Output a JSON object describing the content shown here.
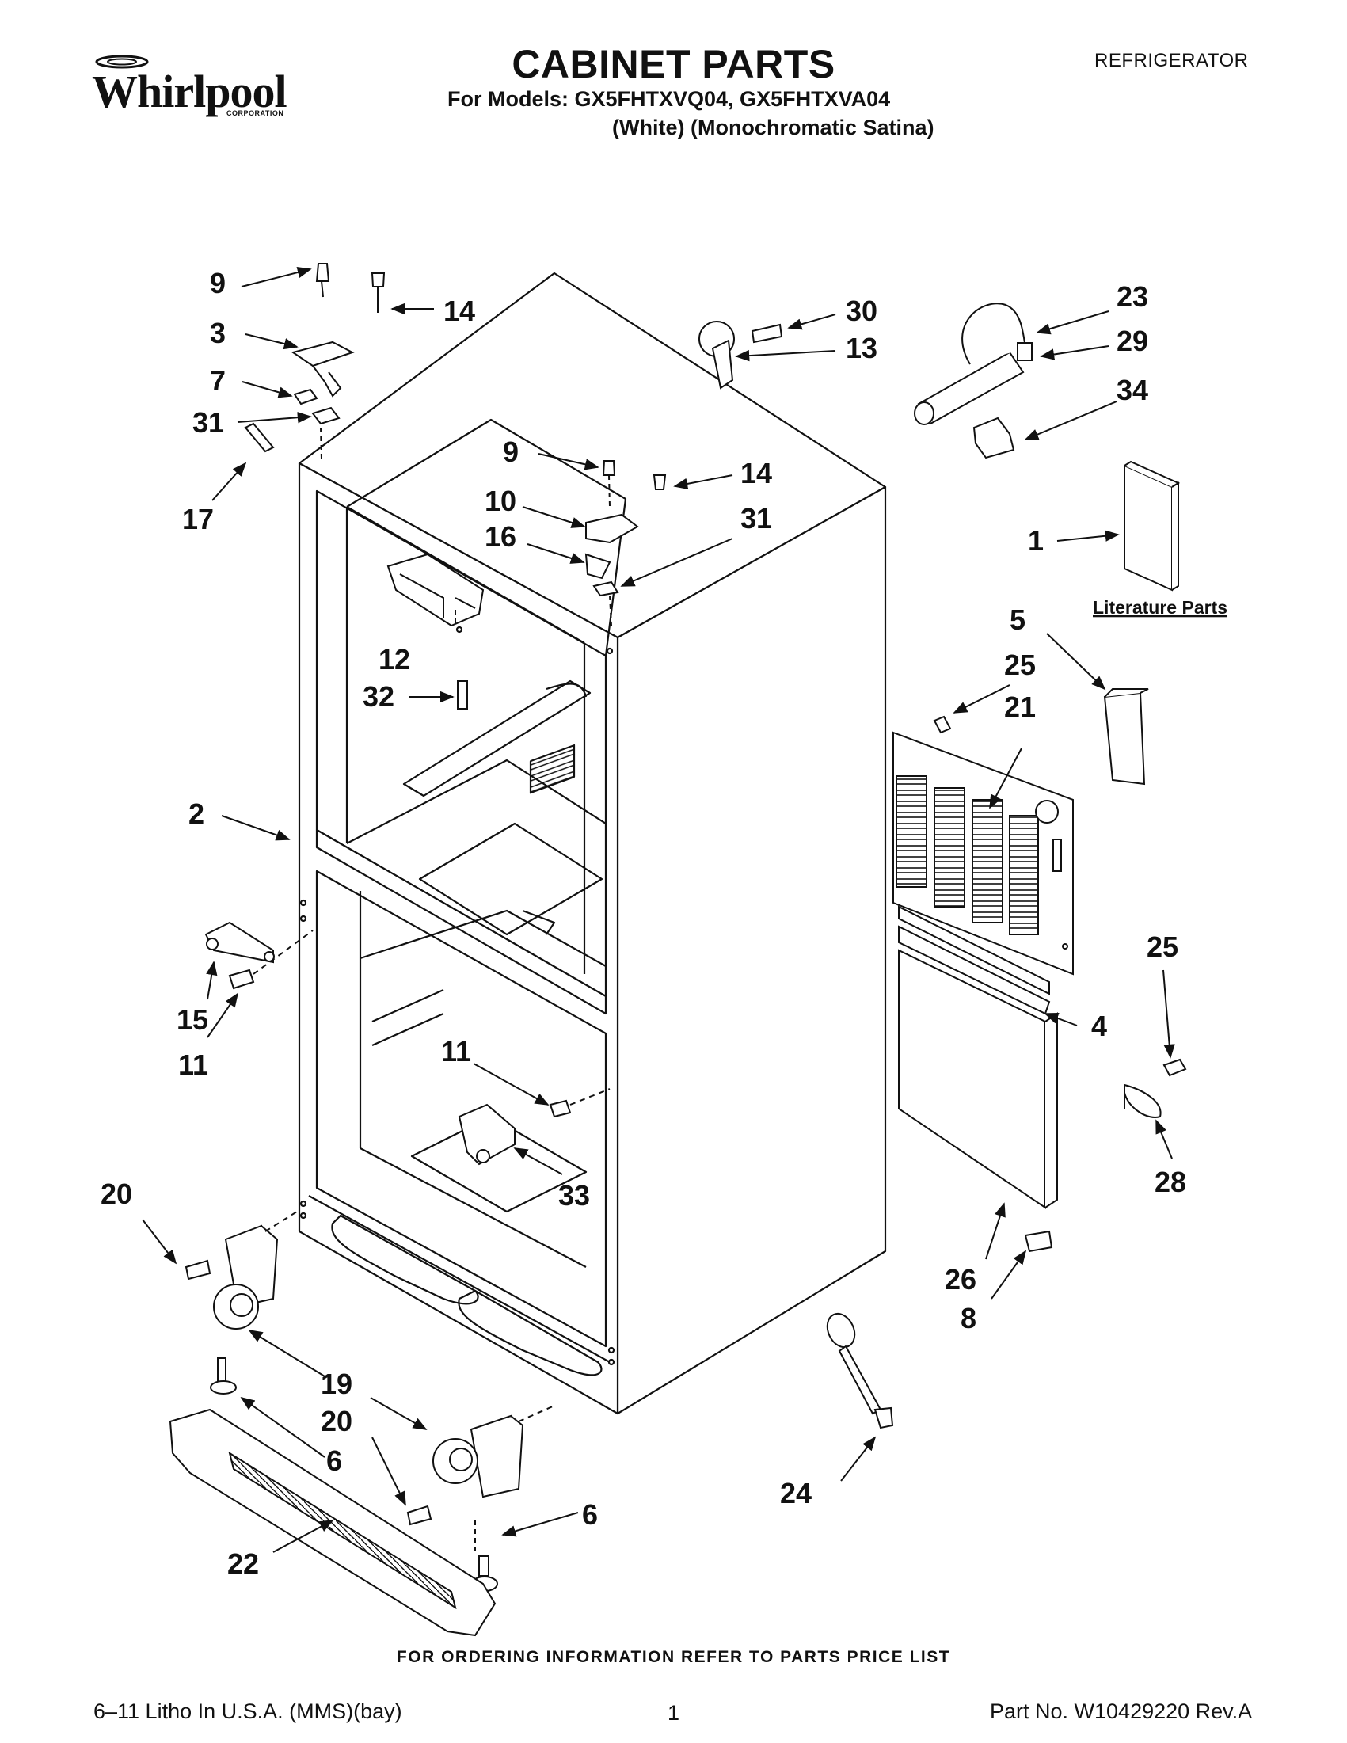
{
  "header": {
    "brand": "Whirlpool",
    "brand_sub": "CORPORATION",
    "title": "CABINET PARTS",
    "models": "For Models: GX5FHTXVQ04, GX5FHTXVA04",
    "variants": "(White)  (Monochromatic Satina)",
    "category": "REFRIGERATOR"
  },
  "diagram": {
    "literature_label": "Literature Parts",
    "callouts": {
      "c9a": "9",
      "c14a": "14",
      "c3": "3",
      "c7": "7",
      "c31a": "31",
      "c17": "17",
      "c30": "30",
      "c13": "13",
      "c23": "23",
      "c29": "29",
      "c34": "34",
      "c1": "1",
      "c9b": "9",
      "c14b": "14",
      "c10": "10",
      "c16": "16",
      "c31b": "31",
      "c12": "12",
      "c32": "32",
      "c5": "5",
      "c25a": "25",
      "c21": "21",
      "c2": "2",
      "c15": "15",
      "c11a": "11",
      "c11b": "11",
      "c25b": "25",
      "c4": "4",
      "c28": "28",
      "c33": "33",
      "c20a": "20",
      "c26": "26",
      "c8": "8",
      "c19": "19",
      "c20b": "20",
      "c6a": "6",
      "c6b": "6",
      "c24": "24",
      "c22": "22"
    }
  },
  "footer": {
    "ordering_note": "FOR ORDERING INFORMATION REFER TO PARTS PRICE LIST",
    "litho": "6–11 Litho In U.S.A. (MMS)(bay)",
    "page_number": "1",
    "part_number": "Part No. W10429220 Rev.A"
  }
}
